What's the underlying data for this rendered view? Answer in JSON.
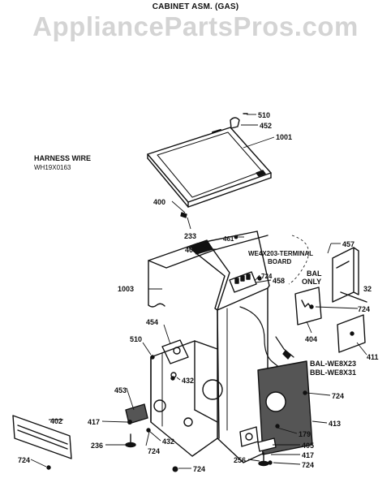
{
  "header": {
    "title": "CABINET ASM. (GAS)",
    "watermark": "AppliancePartsPros.com"
  },
  "notes": {
    "harness_title": "HARNESS WIRE",
    "harness_part": "WH19X0163",
    "terminal_board_1": "WE4X203-TERMINAL",
    "terminal_board_2": "BOARD",
    "bal_only_1": "BAL",
    "bal_only_2": "ONLY",
    "parts_ref_1": "BAL-WE8X23",
    "parts_ref_2": "BBL-WE8X31"
  },
  "callouts": [
    "510",
    "452",
    "1001",
    "400",
    "233",
    "461",
    "457",
    "403",
    "724",
    "458",
    "32",
    "1003",
    "724",
    "454",
    "404",
    "411",
    "510",
    "432",
    "453",
    "724",
    "417",
    "402",
    "413",
    "236",
    "432",
    "179",
    "724",
    "405",
    "724",
    "417",
    "256",
    "724",
    "724"
  ]
}
